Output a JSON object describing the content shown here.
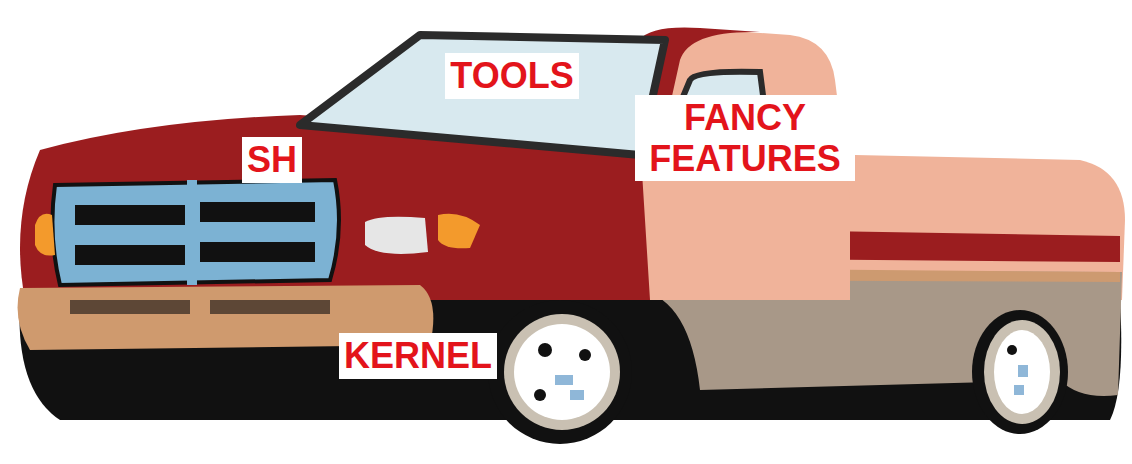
{
  "diagram": {
    "labels": [
      "TOOLS",
      "FANCY FEATURES",
      "SH",
      "KERNEL"
    ]
  }
}
